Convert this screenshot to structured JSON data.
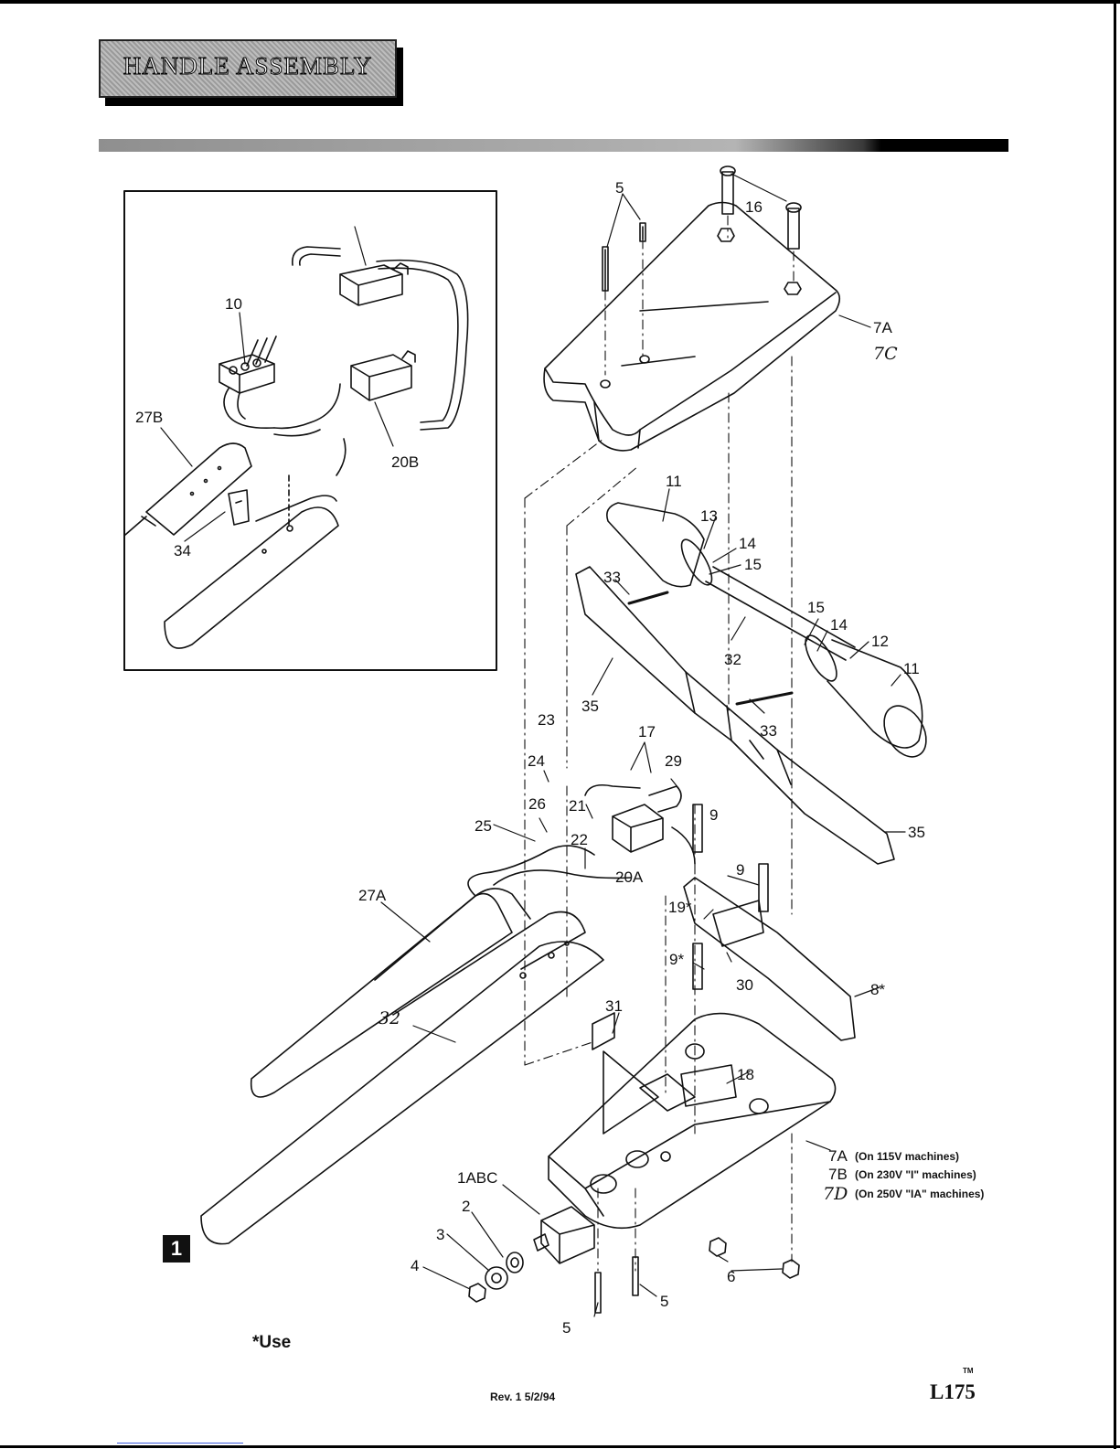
{
  "title": "HANDLE ASSEMBLY",
  "page_tag": "1",
  "footnote": "*Use",
  "revision": "Rev. 1  5/2/94",
  "model": "L175",
  "trademark": "TM",
  "callouts": {
    "c5a": "5",
    "c16": "16",
    "c7a_top": "7A",
    "c7c": "7C",
    "c11a": "11",
    "c13": "13",
    "c14a": "14",
    "c15a": "15",
    "c33a": "33",
    "c15b": "15",
    "c14b": "14",
    "c12": "12",
    "c11b": "11",
    "c32a": "32",
    "c35a": "35",
    "c33b": "33",
    "c35b": "35",
    "c23": "23",
    "c24": "24",
    "c17": "17",
    "c29": "29",
    "c26": "26",
    "c21": "21",
    "c25": "25",
    "c22": "22",
    "c9a": "9",
    "c20a": "20A",
    "c9b": "9",
    "c27a": "27A",
    "c19": "19*",
    "c9c": "9*",
    "c30": "30",
    "c8": "8*",
    "c32b": "32",
    "c31": "31",
    "c18": "18",
    "c1abc": "1ABC",
    "c2": "2",
    "c3": "3",
    "c4": "4",
    "c6": "6",
    "c5b": "5",
    "c5c": "5",
    "c10": "10",
    "c27b": "27B",
    "c20b": "20B",
    "c34": "34"
  },
  "base_variants": [
    {
      "code": "7A",
      "note": "(On 115V machines)"
    },
    {
      "code": "7B",
      "note": "(On 230V \"I\" machines)"
    },
    {
      "code": "7D",
      "note": "(On 250V \"IA\" machines)"
    }
  ]
}
